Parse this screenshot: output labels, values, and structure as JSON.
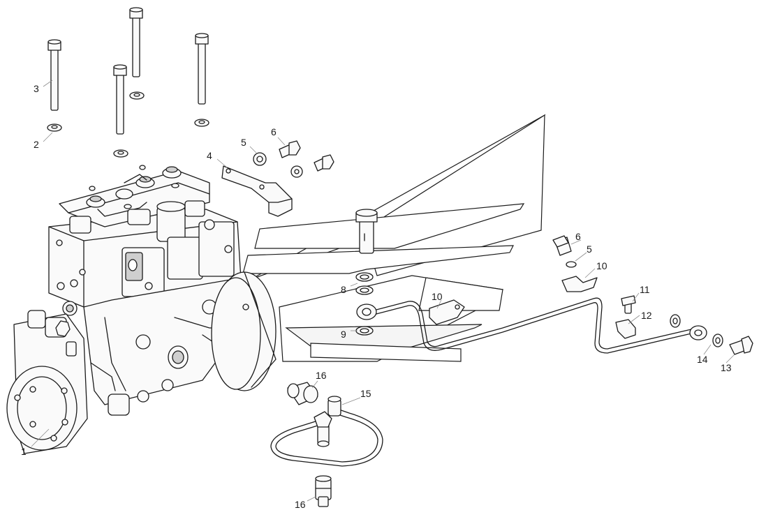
{
  "diagram": {
    "callouts": {
      "c1": "1",
      "c2": "2",
      "c3": "3",
      "c4": "4",
      "c5a": "5",
      "c6a": "6",
      "c6b": "6",
      "c5b": "5",
      "c10a": "10",
      "c8": "8",
      "c9": "9",
      "c10b": "10",
      "c11": "11",
      "c12": "12",
      "c14": "14",
      "c13": "13",
      "c16a": "16",
      "c15": "15",
      "c16b": "16"
    }
  }
}
